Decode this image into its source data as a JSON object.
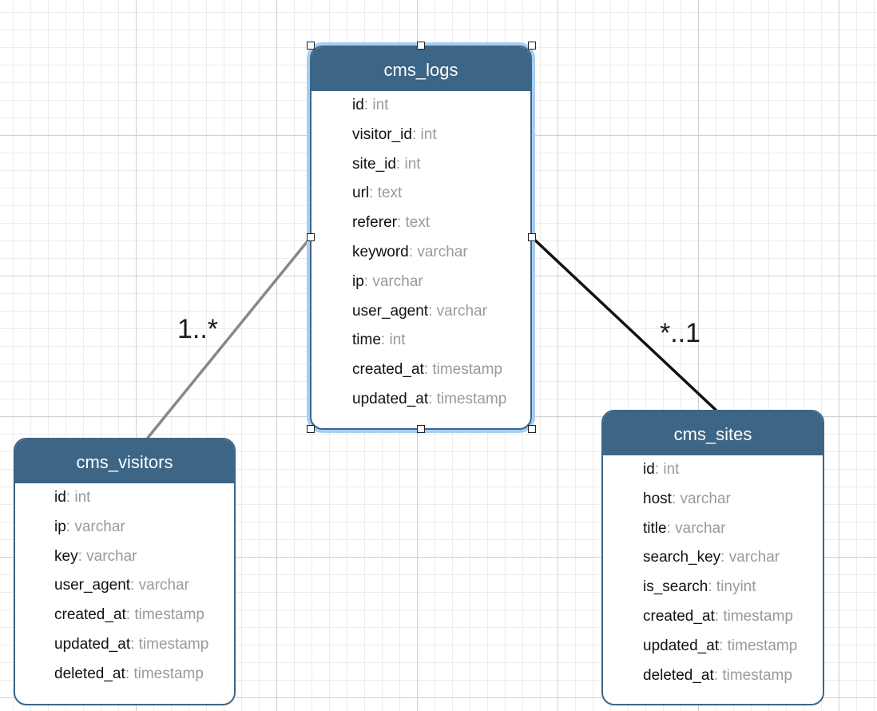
{
  "entities": {
    "logs": {
      "title": "cms_logs",
      "fields": [
        {
          "name": "id",
          "type": "int"
        },
        {
          "name": "visitor_id",
          "type": "int"
        },
        {
          "name": "site_id",
          "type": "int"
        },
        {
          "name": "url",
          "type": "text"
        },
        {
          "name": "referer",
          "type": "text"
        },
        {
          "name": "keyword",
          "type": "varchar"
        },
        {
          "name": "ip",
          "type": "varchar"
        },
        {
          "name": "user_agent",
          "type": "varchar"
        },
        {
          "name": "time",
          "type": "int"
        },
        {
          "name": "created_at",
          "type": "timestamp"
        },
        {
          "name": "updated_at",
          "type": "timestamp"
        }
      ]
    },
    "visitors": {
      "title": "cms_visitors",
      "fields": [
        {
          "name": "id",
          "type": "int"
        },
        {
          "name": "ip",
          "type": "varchar"
        },
        {
          "name": "key",
          "type": "varchar"
        },
        {
          "name": "user_agent",
          "type": "varchar"
        },
        {
          "name": "created_at",
          "type": "timestamp"
        },
        {
          "name": "updated_at",
          "type": "timestamp"
        },
        {
          "name": "deleted_at",
          "type": "timestamp"
        }
      ]
    },
    "sites": {
      "title": "cms_sites",
      "fields": [
        {
          "name": "id",
          "type": "int"
        },
        {
          "name": "host",
          "type": "varchar"
        },
        {
          "name": "title",
          "type": "varchar"
        },
        {
          "name": "search_key",
          "type": "varchar"
        },
        {
          "name": "is_search",
          "type": "tinyint"
        },
        {
          "name": "created_at",
          "type": "timestamp"
        },
        {
          "name": "updated_at",
          "type": "timestamp"
        },
        {
          "name": "deleted_at",
          "type": "timestamp"
        }
      ]
    }
  },
  "relations": {
    "visitors_logs": {
      "multiplicity": "1..*"
    },
    "sites_logs": {
      "multiplicity": "*..1"
    }
  },
  "colors": {
    "header": "#3d6585",
    "selection": "#a7cdf2",
    "relation_visitors": "#888888",
    "relation_sites": "#111111",
    "field_type": "#9a9a9a"
  }
}
